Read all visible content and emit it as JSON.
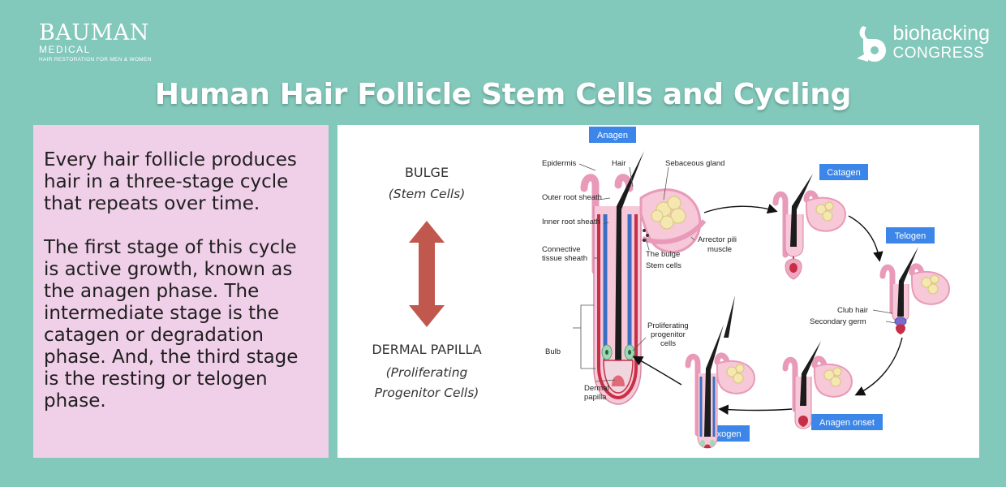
{
  "logos": {
    "bauman": {
      "name": "BAUMAN",
      "sub": "MEDICAL",
      "tagline": "HAIR RESTORATION FOR MEN & WOMEN"
    },
    "biohacking": {
      "line1": "biohacking",
      "line2": "CONGRESS",
      "icon": "biohacking-b-icon"
    }
  },
  "title": "Human Hair Follicle Stem Cells and Cycling",
  "left_panel": {
    "paragraph1": "Every hair follicle produces hair in a three-stage cycle that repeats over time.",
    "paragraph2": "The first stage of this cycle is active growth, known as the anagen phase. The intermediate stage is the catagen or degradation phase. And, the third stage is the resting or telogen phase."
  },
  "diagram": {
    "bulge_title": "BULGE",
    "bulge_sub": "(Stem Cells)",
    "papilla_title": "DERMAL PAPILLA",
    "papilla_sub_1": "(Proliferating",
    "papilla_sub_2": "Progenitor Cells)",
    "stages": {
      "anagen": "Anagen",
      "catagen": "Catagen",
      "telogen": "Telogen",
      "anagen_onset": "Anagen onset",
      "exogen": "Exogen"
    },
    "labels": {
      "epidermis": "Epidermis",
      "hair": "Hair",
      "sebaceous_gland": "Sebaceous gland",
      "outer_root_sheath": "Outer root sheath",
      "inner_root_sheath": "Inner root sheath",
      "connective_1": "Connective",
      "connective_2": "tissue sheath",
      "arrector_1": "Arrector pili",
      "arrector_2": "muscle",
      "the_bulge": "The bulge",
      "stem_cells": "Stem cells",
      "proliferating_1": "Proliferating",
      "proliferating_2": "progenitor",
      "proliferating_3": "cells",
      "bulb": "Bulb",
      "dermal_1": "Dermal",
      "dermal_2": "papilla",
      "club_hair": "Club hair",
      "secondary_germ": "Secondary germ"
    },
    "colors": {
      "stage_label_bg": "#3b86e8",
      "double_arrow": "#c0584e",
      "follicle_pink": "#f3c3d8",
      "sheath_red": "#c72f45",
      "sebaceous": "#f4e8b0"
    }
  }
}
